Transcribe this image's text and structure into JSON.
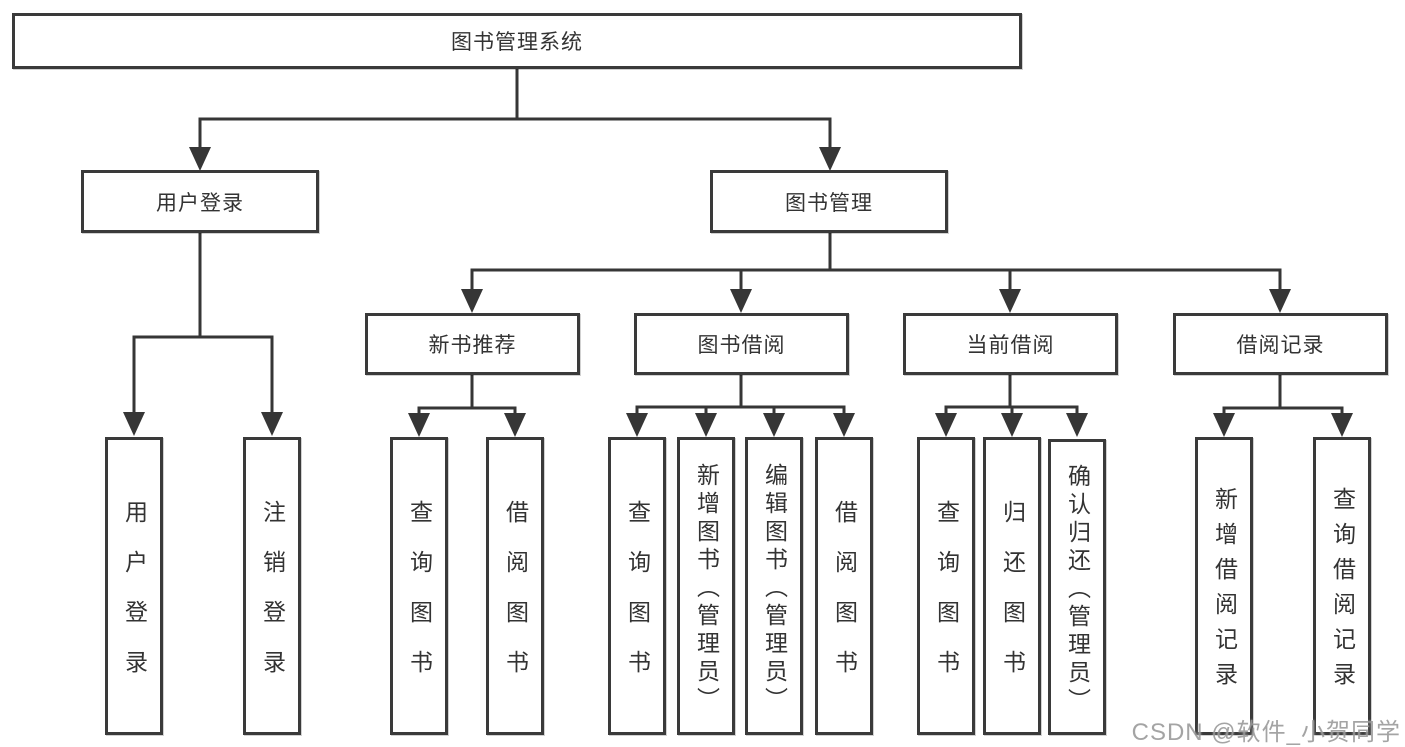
{
  "root_label": "图书管理系统",
  "branches": [
    {
      "label": "用户登录",
      "leaves": [
        "用户登录",
        "注销登录"
      ]
    },
    {
      "label": "图书管理",
      "groups": [
        {
          "label": "新书推荐",
          "leaves": [
            "查询图书",
            "借阅图书"
          ]
        },
        {
          "label": "图书借阅",
          "leaves": [
            "查询图书",
            "新增图书（管理员）",
            "编辑图书（管理员）",
            "借阅图书"
          ]
        },
        {
          "label": "当前借阅",
          "leaves": [
            "查询图书",
            "归还图书",
            "确认归还（管理员）"
          ]
        },
        {
          "label": "借阅记录",
          "leaves": [
            "新增借阅记录",
            "查询借阅记录"
          ]
        }
      ]
    }
  ],
  "watermark": "CSDN @软件_小贺同学",
  "colors": {
    "line": "#363636",
    "text": "#333333",
    "watermark": "#949494",
    "background": "#ffffff"
  }
}
